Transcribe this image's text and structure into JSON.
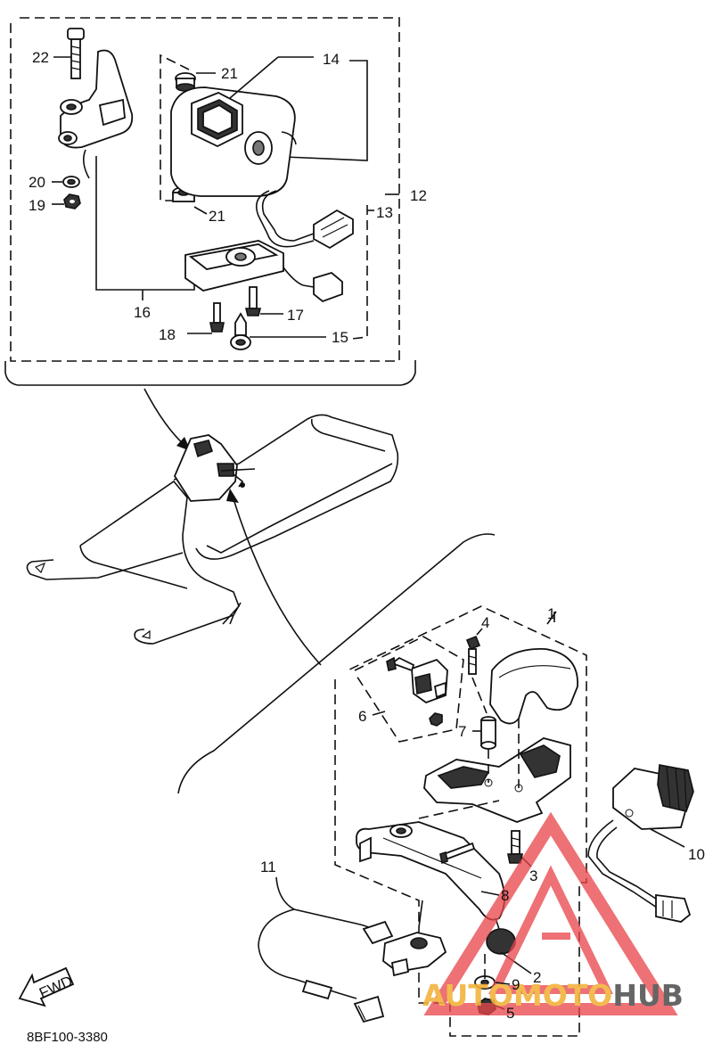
{
  "diagram_code": "8BF100-3380",
  "fwd_label": "FWD",
  "parts": [
    {
      "id": "1",
      "text": "1"
    },
    {
      "id": "2",
      "text": "2"
    },
    {
      "id": "3",
      "text": "3"
    },
    {
      "id": "4",
      "text": "4"
    },
    {
      "id": "5",
      "text": "5"
    },
    {
      "id": "6",
      "text": "6"
    },
    {
      "id": "7",
      "text": "7"
    },
    {
      "id": "8",
      "text": "8"
    },
    {
      "id": "9",
      "text": "9"
    },
    {
      "id": "10",
      "text": "10"
    },
    {
      "id": "11",
      "text": "11"
    },
    {
      "id": "12",
      "text": "12"
    },
    {
      "id": "13",
      "text": "13"
    },
    {
      "id": "14",
      "text": "14"
    },
    {
      "id": "15",
      "text": "15"
    },
    {
      "id": "16",
      "text": "16"
    },
    {
      "id": "17",
      "text": "17"
    },
    {
      "id": "18",
      "text": "18"
    },
    {
      "id": "19",
      "text": "19"
    },
    {
      "id": "20",
      "text": "20"
    },
    {
      "id": "21a",
      "text": "21"
    },
    {
      "id": "21b",
      "text": "21"
    },
    {
      "id": "22",
      "text": "22"
    }
  ],
  "watermark": {
    "part1": "AUTO",
    "part2": "MOTO",
    "part3": "HUB",
    "color_orange": "#f2b33d",
    "color_red": "#e8474b",
    "color_dark": "#555555"
  }
}
